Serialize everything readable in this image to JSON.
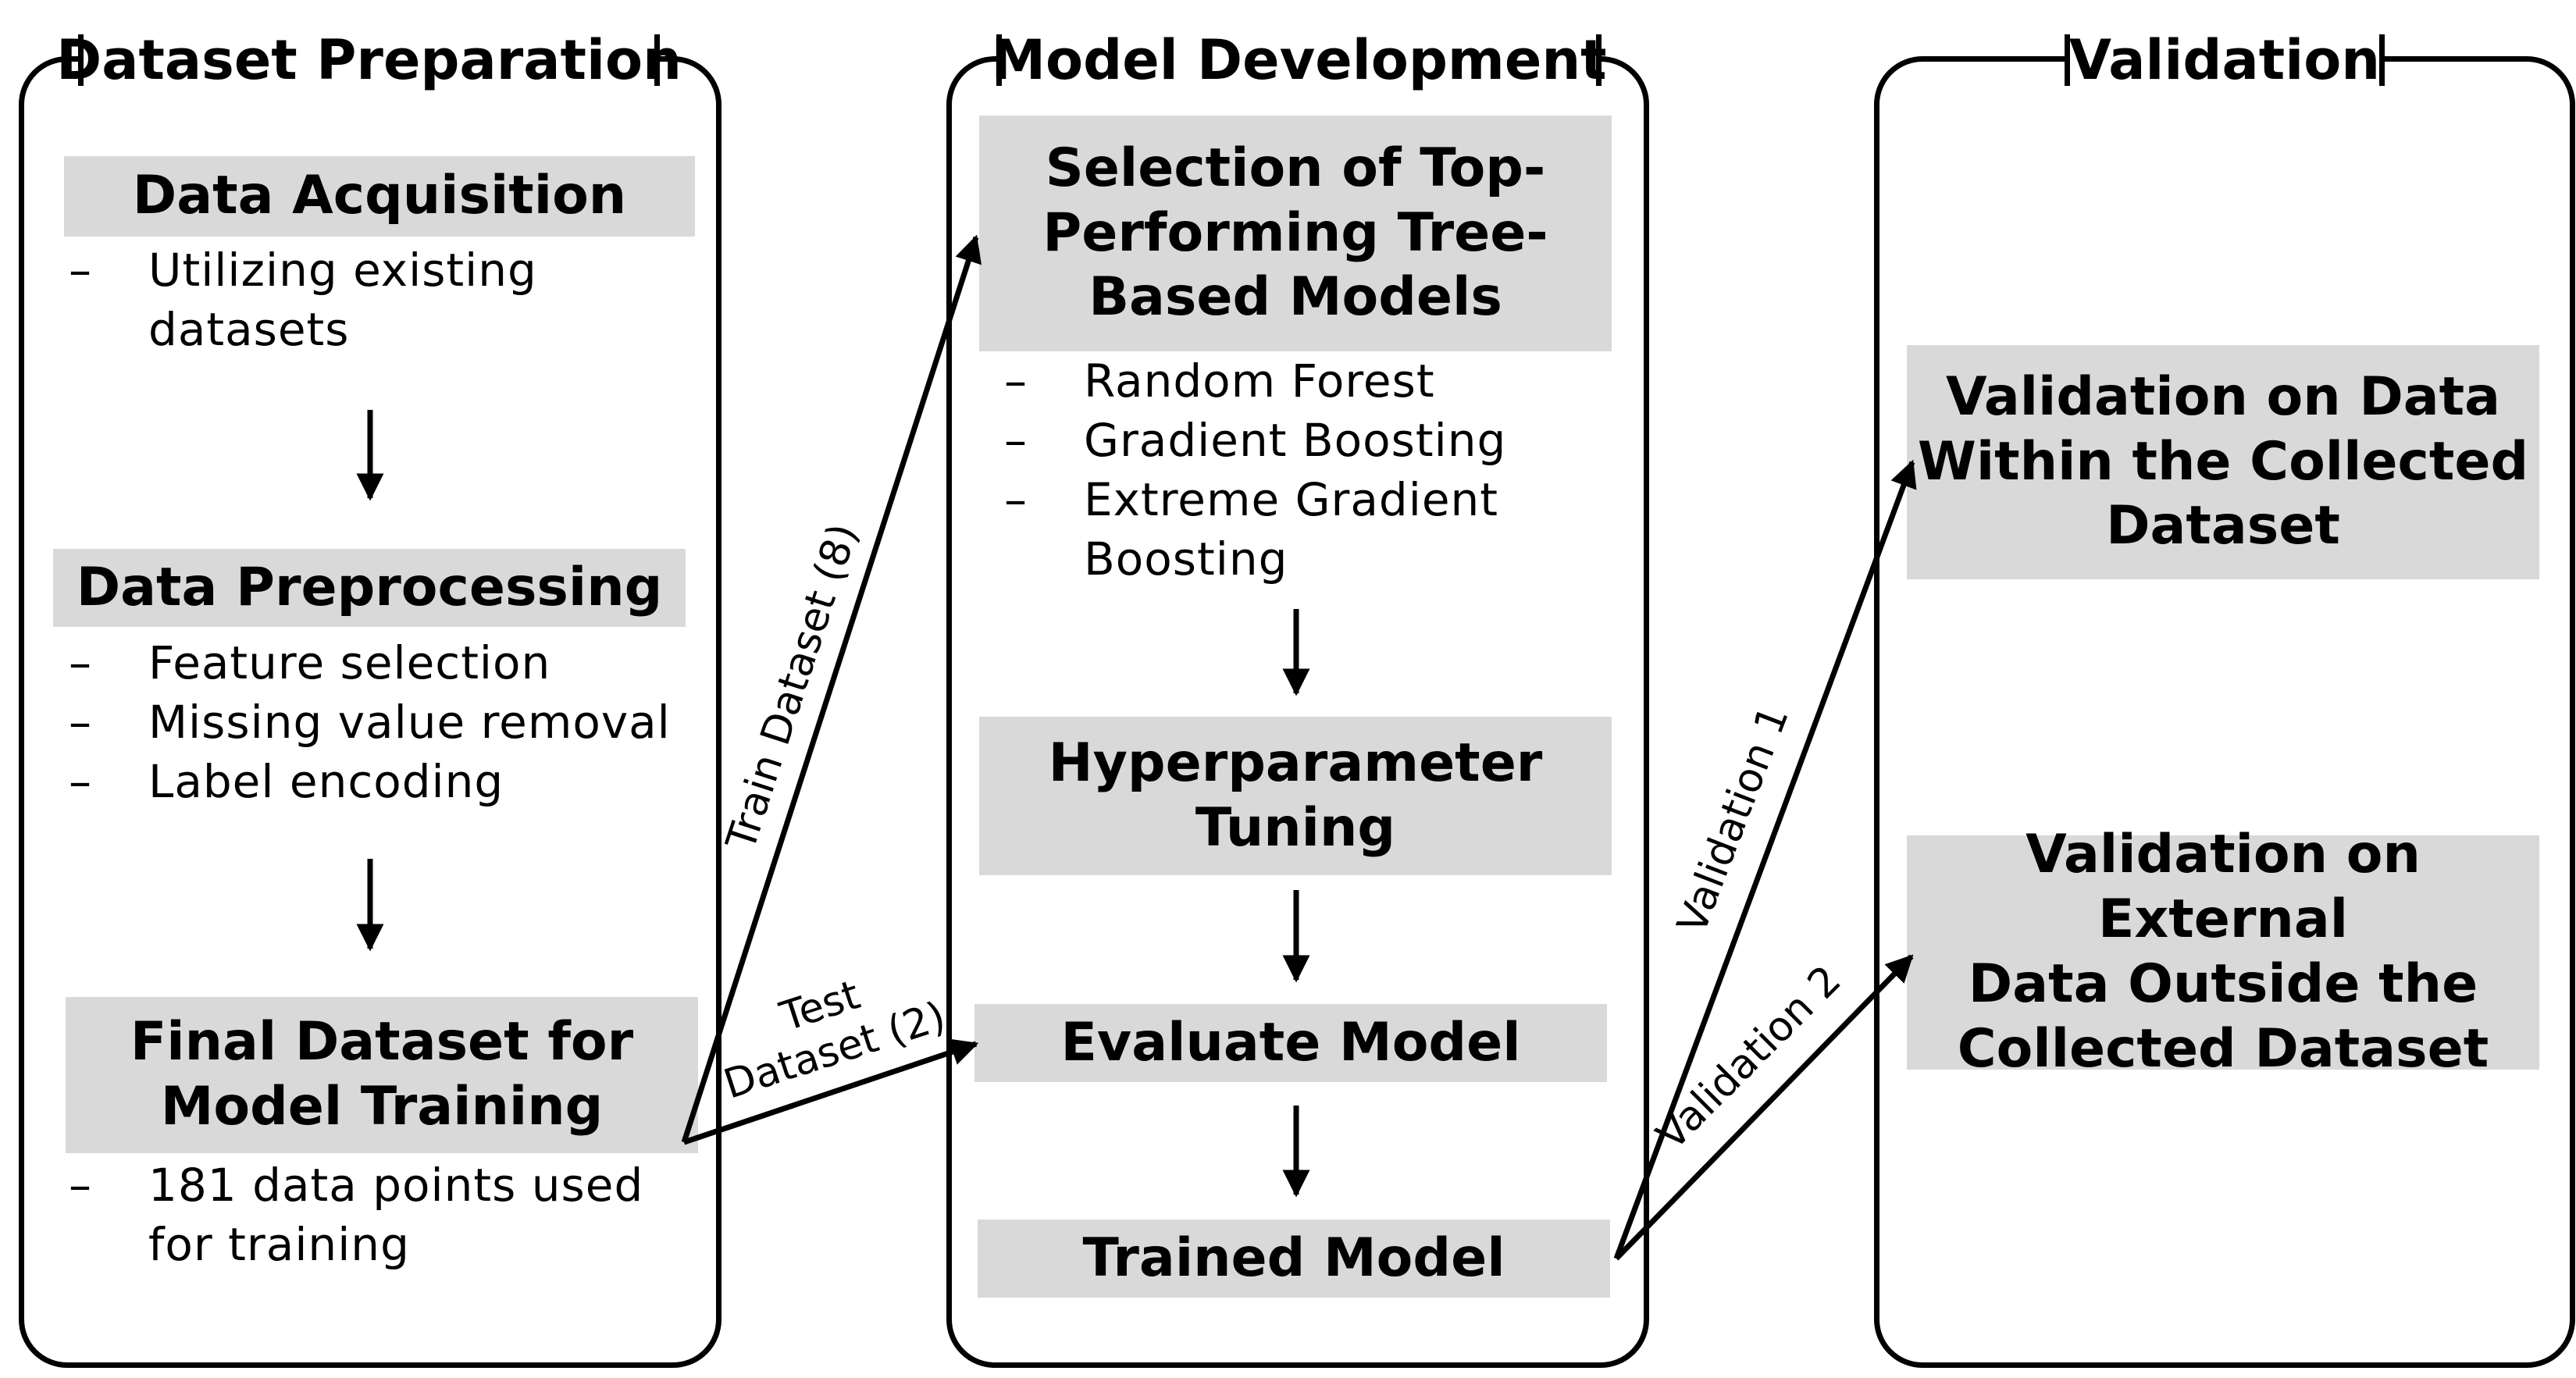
{
  "panels": {
    "dataset_preparation": {
      "title": "Dataset Preparation",
      "boxes": [
        {
          "title": "Data Acquisition",
          "bullets": [
            "Utilizing existing",
            "datasets"
          ]
        },
        {
          "title": "Data Preprocessing",
          "bullets": [
            "Feature selection",
            "Missing value removal",
            "Label encoding"
          ]
        },
        {
          "title_line1": "Final Dataset for",
          "title_line2": "Model Training",
          "bullets": [
            "181 data points used",
            "for training"
          ]
        }
      ]
    },
    "model_development": {
      "title": "Model Development",
      "boxes": [
        {
          "title_line1": "Selection of Top-",
          "title_line2": "Performing Tree-",
          "title_line3": "Based Models",
          "bullets": [
            "Random Forest",
            "Gradient Boosting",
            "Extreme Gradient",
            "Boosting"
          ]
        },
        {
          "title_line1": "Hyperparameter",
          "title_line2": "Tuning"
        },
        {
          "title": "Evaluate Model"
        },
        {
          "title": "Trained Model"
        }
      ]
    },
    "validation": {
      "title": "Validation",
      "boxes": [
        {
          "title_line1": "Validation on Data",
          "title_line2": "Within the Collected",
          "title_line3": "Dataset"
        },
        {
          "title_line1": "Validation on External",
          "title_line2": "Data Outside the",
          "title_line3": "Collected Dataset"
        }
      ]
    }
  },
  "edges": {
    "train": "Train Dataset (8)",
    "test_line1": "Test",
    "test_line2": "Dataset (2)",
    "validation1": "Validation 1",
    "validation2": "Validation 2"
  }
}
